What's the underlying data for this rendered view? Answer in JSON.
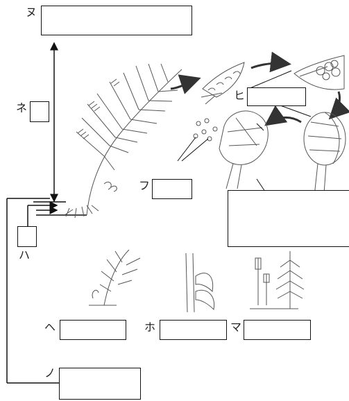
{
  "labels": {
    "nu": "ヌ",
    "ne": "ネ",
    "ha": "ハ",
    "hi": "ヒ",
    "fu": "フ",
    "he": "ヘ",
    "ho": "ホ",
    "ma": "マ",
    "no": "ノ"
  },
  "colors": {
    "line": "#111111",
    "plant": "#555555",
    "arrow": "#333333"
  }
}
